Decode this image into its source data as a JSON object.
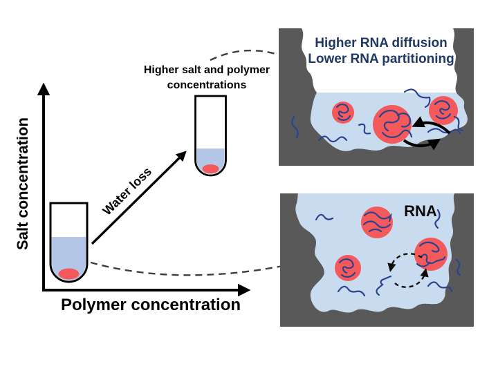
{
  "figure": {
    "plot": {
      "y_axis_label": "Salt concentration",
      "x_axis_label": "Polymer concentration",
      "water_loss_label": "Water loss",
      "upper_tube_caption_line1": "Higher salt and polymer",
      "upper_tube_caption_line2": "concentrations"
    },
    "top_panel": {
      "title_line1": "Higher RNA diffusion",
      "title_line2": "Lower RNA partitioning"
    },
    "bottom_panel": {
      "rna_label": "RNA"
    },
    "colors": {
      "panel_gray": "#595959",
      "solution_blue": "#c9dbee",
      "tube_liquid_blue": "#b4c6e7",
      "droplet_red": "#f4595c",
      "title_navy": "#1f3864",
      "rna_strand_navy": "#2b438f",
      "leader_dash_gray": "#3d3d3d",
      "ink_black": "#000000"
    }
  }
}
